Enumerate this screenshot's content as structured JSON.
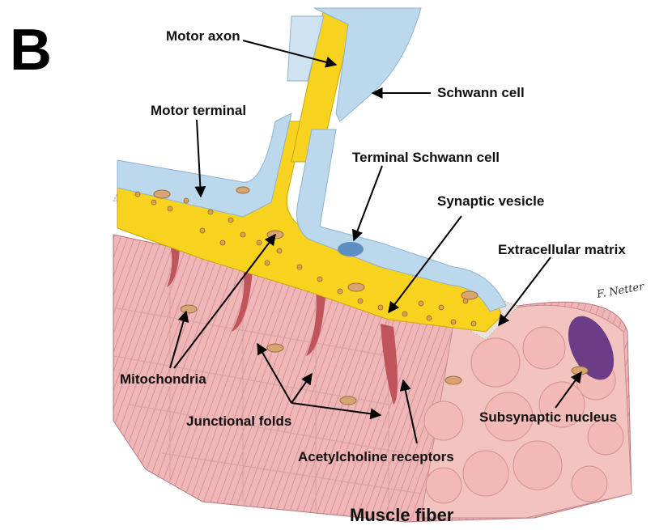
{
  "panel_letter": "B",
  "labels": {
    "motor_axon": "Motor axon",
    "schwann_cell": "Schwann cell",
    "motor_terminal": "Motor terminal",
    "terminal_schwann_cell": "Terminal Schwann cell",
    "synaptic_vesicle": "Synaptic vesicle",
    "extracellular_matrix": "Extracellular matrix",
    "mitochondria": "Mitochondria",
    "junctional_folds": "Junctional folds",
    "acetylcholine_receptors": "Acetylcholine receptors",
    "subsynaptic_nucleus": "Subsynaptic nucleus",
    "muscle_fiber": "Muscle fiber"
  },
  "signature": "F. Netter",
  "colors": {
    "axon_yellow": "#f7d21e",
    "schwann_blue": "#bcd8ec",
    "muscle_pink": "#ecadb0",
    "fold_red": "#c0545c",
    "nucleus_purple": "#6b3d86",
    "mito_tan": "#d7a472"
  }
}
